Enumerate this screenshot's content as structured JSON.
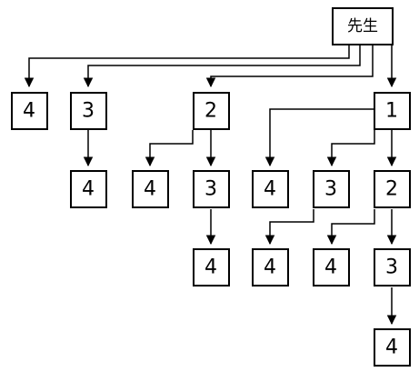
{
  "diagram": {
    "line_color": "#000000",
    "box_fill": "#ffffff",
    "root": {
      "label": "先生"
    },
    "nodes": {
      "n1": {
        "label": "1"
      },
      "n2a": {
        "label": "2"
      },
      "n2b": {
        "label": "2"
      },
      "n3a": {
        "label": "3"
      },
      "n3b": {
        "label": "3"
      },
      "n3c": {
        "label": "3"
      },
      "n3d": {
        "label": "3"
      },
      "n4a": {
        "label": "4"
      },
      "n4b": {
        "label": "4"
      },
      "n4c": {
        "label": "4"
      },
      "n4d": {
        "label": "4"
      },
      "n4e": {
        "label": "4"
      },
      "n4f": {
        "label": "4"
      },
      "n4g": {
        "label": "4"
      },
      "n4h": {
        "label": "4"
      }
    }
  }
}
